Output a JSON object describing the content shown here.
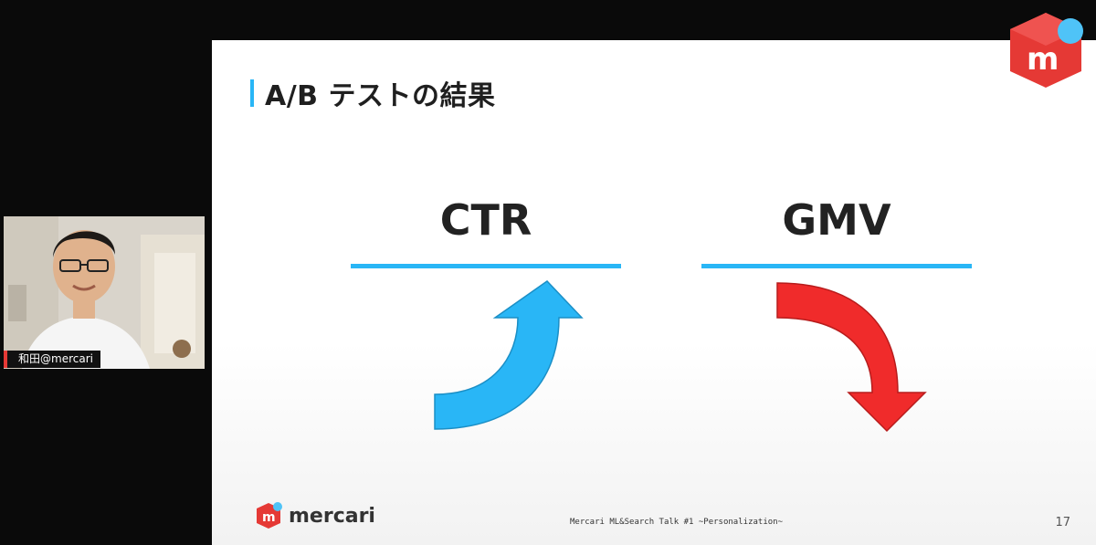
{
  "slide": {
    "title": "A/B テストの結果",
    "metrics": [
      {
        "label": "CTR",
        "direction": "up",
        "color": "#29b6f6"
      },
      {
        "label": "GMV",
        "direction": "down",
        "color": "#f02b2b"
      }
    ],
    "footer": {
      "logo_text": "mercari",
      "center_text": "Mercari ML&Search Talk #1 ~Personalization~",
      "page_number": "17"
    }
  },
  "webcam": {
    "name_label": "和田@mercari"
  },
  "brand": {
    "badge_letter": "m",
    "badge_color": "#e53935",
    "dot_color": "#4fc3f7"
  }
}
